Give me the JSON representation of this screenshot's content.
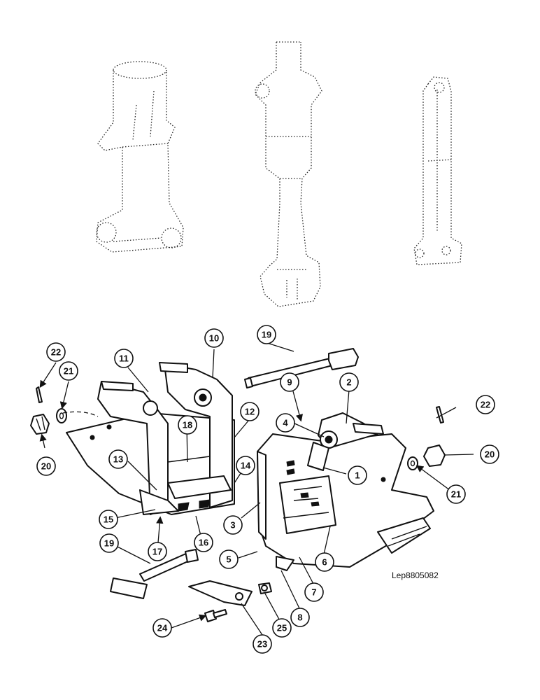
{
  "reference": "Lep8805082",
  "callouts": [
    "1",
    "2",
    "3",
    "4",
    "5",
    "6",
    "7",
    "8",
    "9",
    "10",
    "11",
    "12",
    "13",
    "14",
    "15",
    "16",
    "17",
    "18",
    "19",
    "19",
    "20",
    "20",
    "21",
    "21",
    "22",
    "22",
    "23",
    "24",
    "25"
  ]
}
